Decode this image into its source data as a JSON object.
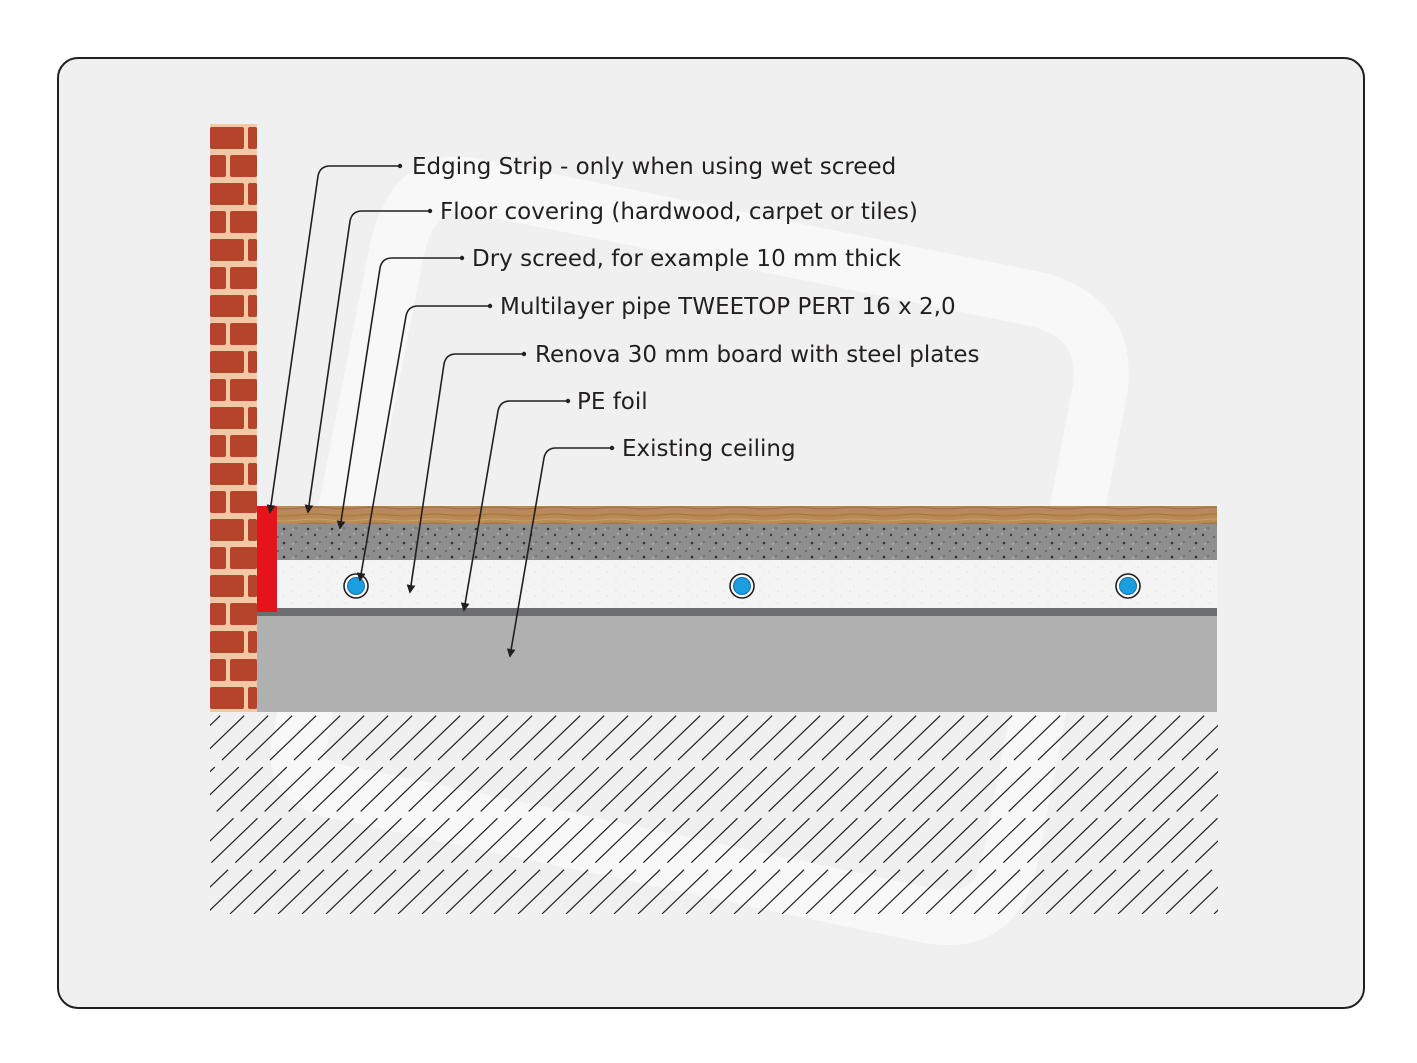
{
  "diagram": {
    "type": "floor-heating-cross-section",
    "callouts": [
      {
        "id": "edging-strip",
        "label": "Edging Strip - only when using wet screed"
      },
      {
        "id": "floor-covering",
        "label": "Floor covering (hardwood, carpet or tiles)"
      },
      {
        "id": "dry-screed",
        "label": "Dry screed, for example 10 mm thick"
      },
      {
        "id": "multilayer-pipe",
        "label": "Multilayer pipe TWEETOP PERT 16 x 2,0"
      },
      {
        "id": "renova-board",
        "label": "Renova 30 mm board with steel plates"
      },
      {
        "id": "pe-foil",
        "label": "PE foil"
      },
      {
        "id": "existing-ceiling",
        "label": "Existing ceiling"
      }
    ],
    "pipe_count": 3
  },
  "colors": {
    "frame_background": "#f0f0f0",
    "frame_border": "#231f20",
    "brick": "#b5452a",
    "mortar": "#f2c9a7",
    "edging_strip": "#e3151a",
    "wood": "#b98a55",
    "screed": "#8e8e8e",
    "board": "#f4f4f4",
    "pe_foil": "#6d6e71",
    "ceiling": "#b0b0b0",
    "pipe": "#1a9ee0",
    "hatch": "#231f20"
  }
}
